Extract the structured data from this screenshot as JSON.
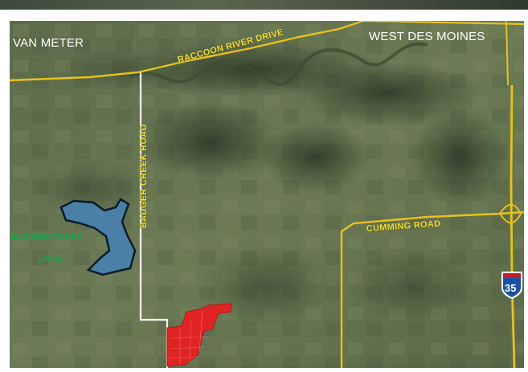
{
  "labels": {
    "van_meter": "VAN METER",
    "west_des_moines": "WEST DES MOINES",
    "raccoon_river_drive": "RACCOON RIVER DRIVE",
    "badger_creek_road": "BADGER CREEK ROAD",
    "cumming_road": "CUMMING ROAD",
    "badger_creek_lake_line1": "BADGER CREEK",
    "badger_creek_lake_line2": "LAKE",
    "interstate_number": "35"
  },
  "colors": {
    "road": "#e8c21e",
    "local_road": "#f4f4f4",
    "lake_fill": "#4a7fa6",
    "lake_outline": "#0b1a2b",
    "parcel": "#e02424",
    "lake_label": "#16a64a",
    "shield_blue": "#1b4fa0",
    "shield_red": "#c41e2a"
  },
  "icons": {
    "interstate_shield": "interstate-shield-icon",
    "property_parcel": "property-parcel-marker"
  }
}
